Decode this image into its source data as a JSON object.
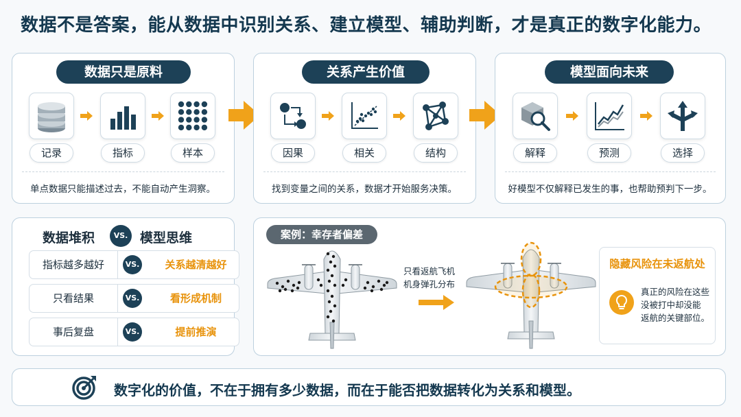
{
  "title": "数据不是答案，能从数据中识别关系、建立模型、辅助判断，才是真正的数字化能力。",
  "panels": [
    {
      "heading": "数据只是原料",
      "items": [
        {
          "label": "记录",
          "icon": "database-icon"
        },
        {
          "label": "指标",
          "icon": "bar-chart-icon"
        },
        {
          "label": "样本",
          "icon": "dot-grid-icon"
        }
      ],
      "description": "单点数据只能描述过去，不能自动产生洞察。"
    },
    {
      "heading": "关系产生价值",
      "items": [
        {
          "label": "因果",
          "icon": "cause-effect-icon"
        },
        {
          "label": "相关",
          "icon": "scatter-plot-icon"
        },
        {
          "label": "结构",
          "icon": "network-icon"
        }
      ],
      "description": "找到变量之间的关系，数据才开始服务决策。"
    },
    {
      "heading": "模型面向未来",
      "items": [
        {
          "label": "解释",
          "icon": "magnifier-cube-icon"
        },
        {
          "label": "预测",
          "icon": "trend-chart-icon"
        },
        {
          "label": "选择",
          "icon": "split-arrows-icon"
        }
      ],
      "description": "好模型不仅解释已发生的事，也帮助预判下一步。"
    }
  ],
  "comparison": {
    "left_heading": "数据堆积",
    "vs": "VS.",
    "right_heading": "模型思维",
    "rows": [
      {
        "left": "指标越多越好",
        "right": "关系越清越好"
      },
      {
        "left": "只看结果",
        "right": "看形成机制"
      },
      {
        "left": "事后复盘",
        "right": "提前推演"
      }
    ]
  },
  "case": {
    "tag": "案例：幸存者偏差",
    "middle_text_line1": "只看返航飞机",
    "middle_text_line2": "机身弹孔分布",
    "risk_title": "隐藏风险在未返航处",
    "risk_line1": "真正的风险在这些",
    "risk_line2": "没被打中却没能",
    "risk_line3": "返航的关键部位。"
  },
  "bottom": {
    "text": "数字化的价值，不在于拥有多少数据，而在于能否把数据转化为关系和模型。",
    "icon": "target-icon"
  },
  "colors": {
    "navy": "#1d4157",
    "accent": "#e8930c",
    "border": "#bcd0de"
  }
}
